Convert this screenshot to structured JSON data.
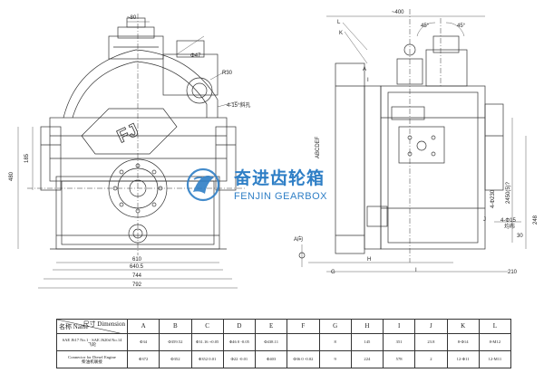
{
  "brand": {
    "name_cn": "奋进齿轮箱",
    "name_en": "FENJIN GEARBOX",
    "color": "#2f7fc6",
    "nameplate": "FJ"
  },
  "front_view": {
    "dims": {
      "top_80": "~80",
      "phi47": "Φ47",
      "r30": "R30",
      "angle": "4-15°斜孔",
      "h480": "480",
      "h185": "185",
      "w610": "610",
      "w6405": "640.5",
      "w744": "744",
      "w792": "792"
    }
  },
  "side_view": {
    "dims": {
      "top_400": "~400",
      "deg45a": "45°",
      "deg45b": "45°",
      "L": "L",
      "K": "K",
      "A": "A",
      "I": "I",
      "letters_vert": "ABCDEF",
      "h2450": "2450(5)?",
      "h4230": "4-Φ230",
      "hole": "4-Φ15",
      "hole_sub": "均布",
      "J": "J",
      "H": "H",
      "G": "G",
      "w210": "210",
      "h248": "248",
      "h30": "30",
      "ar_label": "A向"
    }
  },
  "table": {
    "corner_top": "尺寸 Dimension",
    "corner_bottom": "名称 Name",
    "columns": [
      "A",
      "B",
      "C",
      "D",
      "E",
      "F",
      "G",
      "H",
      "I",
      "J",
      "K",
      "L"
    ],
    "rows": [
      {
        "name_en": "SAE J617 No.1 · SAE J620d No.14",
        "name_cn": "飞轮",
        "values": [
          "Φ34",
          "Φ359.52",
          "Φ31.16 +0.05",
          "Φ46 0 -0.05",
          "Φ438.11",
          "",
          "8",
          "145",
          "351",
          "23.8",
          "8-Φ14",
          "8-M12"
        ]
      },
      {
        "name_en": "Connector for Diesel Engine",
        "name_cn": "柴油机联接",
        "values": [
          "Φ372",
          "Φ352",
          "Φ352 0.01",
          "Φ22 -0.01",
          "Φ403",
          "Φ36 0 -0.02",
          "9",
          "224",
          "578",
          "2",
          "12-Φ11",
          "12-M11"
        ]
      }
    ]
  }
}
